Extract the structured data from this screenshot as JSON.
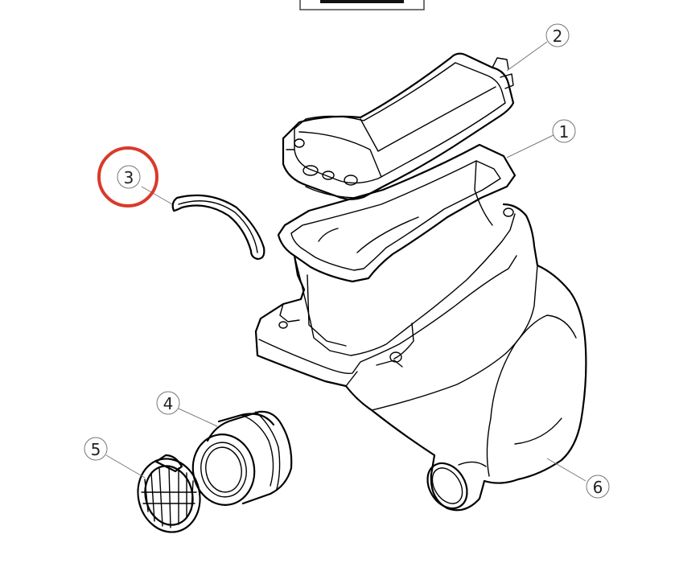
{
  "diagram": {
    "callouts": [
      {
        "id": "1",
        "label": "1"
      },
      {
        "id": "2",
        "label": "2"
      },
      {
        "id": "3",
        "label": "3"
      },
      {
        "id": "4",
        "label": "4"
      },
      {
        "id": "5",
        "label": "5"
      },
      {
        "id": "6",
        "label": "6"
      }
    ],
    "highlighted_callout": "3",
    "highlight_color": "#d93a2b",
    "leader_color": "#777777"
  }
}
